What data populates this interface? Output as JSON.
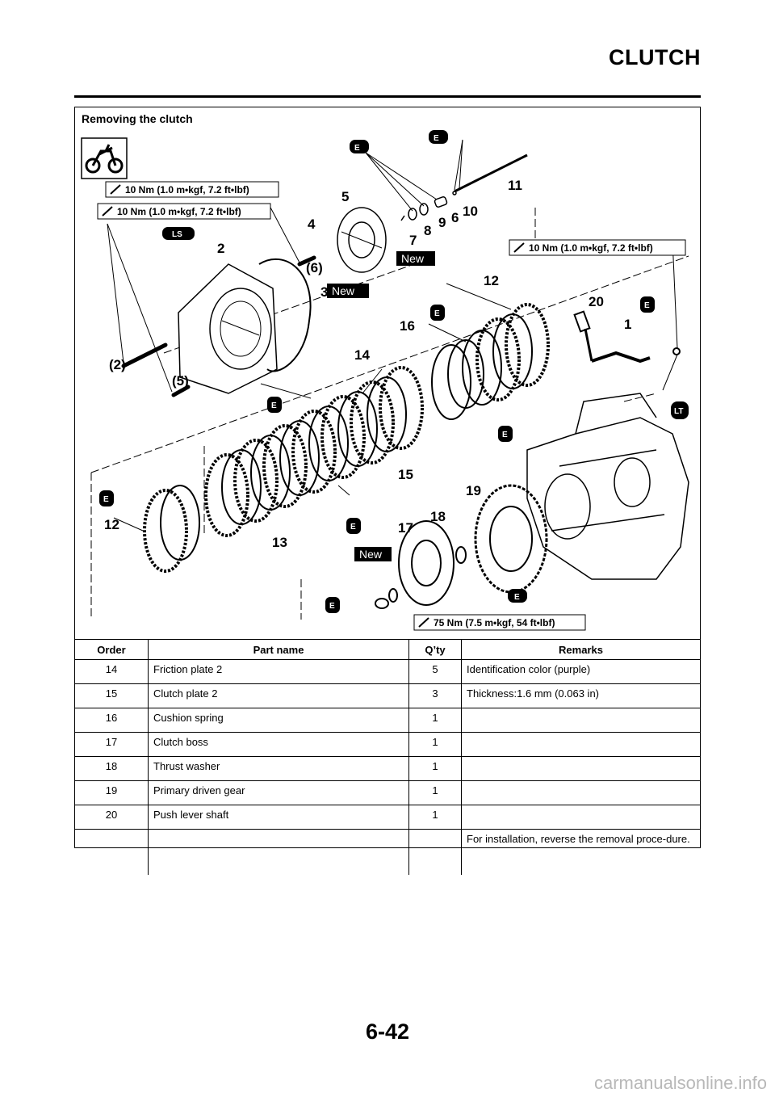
{
  "header": {
    "title": "CLUTCH"
  },
  "section": {
    "title": "Removing the clutch"
  },
  "diagram": {
    "torque_labels": [
      "10 Nm (1.0 m•kgf, 7.2 ft•lbf)",
      "10 Nm (1.0 m•kgf, 7.2 ft•lbf)",
      "10 Nm (1.0 m•kgf, 7.2 ft•lbf)",
      "75 Nm (7.5 m•kgf, 54 ft•lbf)"
    ],
    "new_label": "New",
    "badges": {
      "engine_oil": "E",
      "lithium_grease": "LS",
      "threadlock": "LT"
    },
    "callouts": [
      "1",
      "2",
      "3",
      "4",
      "5",
      "6",
      "7",
      "8",
      "9",
      "10",
      "11",
      "12",
      "12",
      "13",
      "14",
      "15",
      "16",
      "17",
      "18",
      "19",
      "20",
      "(2)",
      "(5)",
      "(6)"
    ],
    "icons": [
      "motorcycle-icon",
      "torque-wrench-icon"
    ]
  },
  "table": {
    "headers": {
      "order": "Order",
      "part": "Part name",
      "qty": "Q’ty",
      "remarks": "Remarks"
    },
    "rows": [
      {
        "order": "14",
        "part": "Friction plate 2",
        "qty": "5",
        "remarks": "Identification color (purple)"
      },
      {
        "order": "15",
        "part": "Clutch plate 2",
        "qty": "3",
        "remarks": "Thickness:1.6 mm (0.063 in)"
      },
      {
        "order": "16",
        "part": "Cushion spring",
        "qty": "1",
        "remarks": ""
      },
      {
        "order": "17",
        "part": "Clutch boss",
        "qty": "1",
        "remarks": ""
      },
      {
        "order": "18",
        "part": "Thrust washer",
        "qty": "1",
        "remarks": ""
      },
      {
        "order": "19",
        "part": "Primary driven gear",
        "qty": "1",
        "remarks": ""
      },
      {
        "order": "20",
        "part": "Push lever shaft",
        "qty": "1",
        "remarks": ""
      },
      {
        "order": "",
        "part": "",
        "qty": "",
        "remarks": "For installation, reverse the removal proce-dure."
      }
    ]
  },
  "footer": {
    "page_number": "6-42"
  },
  "watermark": {
    "text": "carmanualsonline.info"
  }
}
